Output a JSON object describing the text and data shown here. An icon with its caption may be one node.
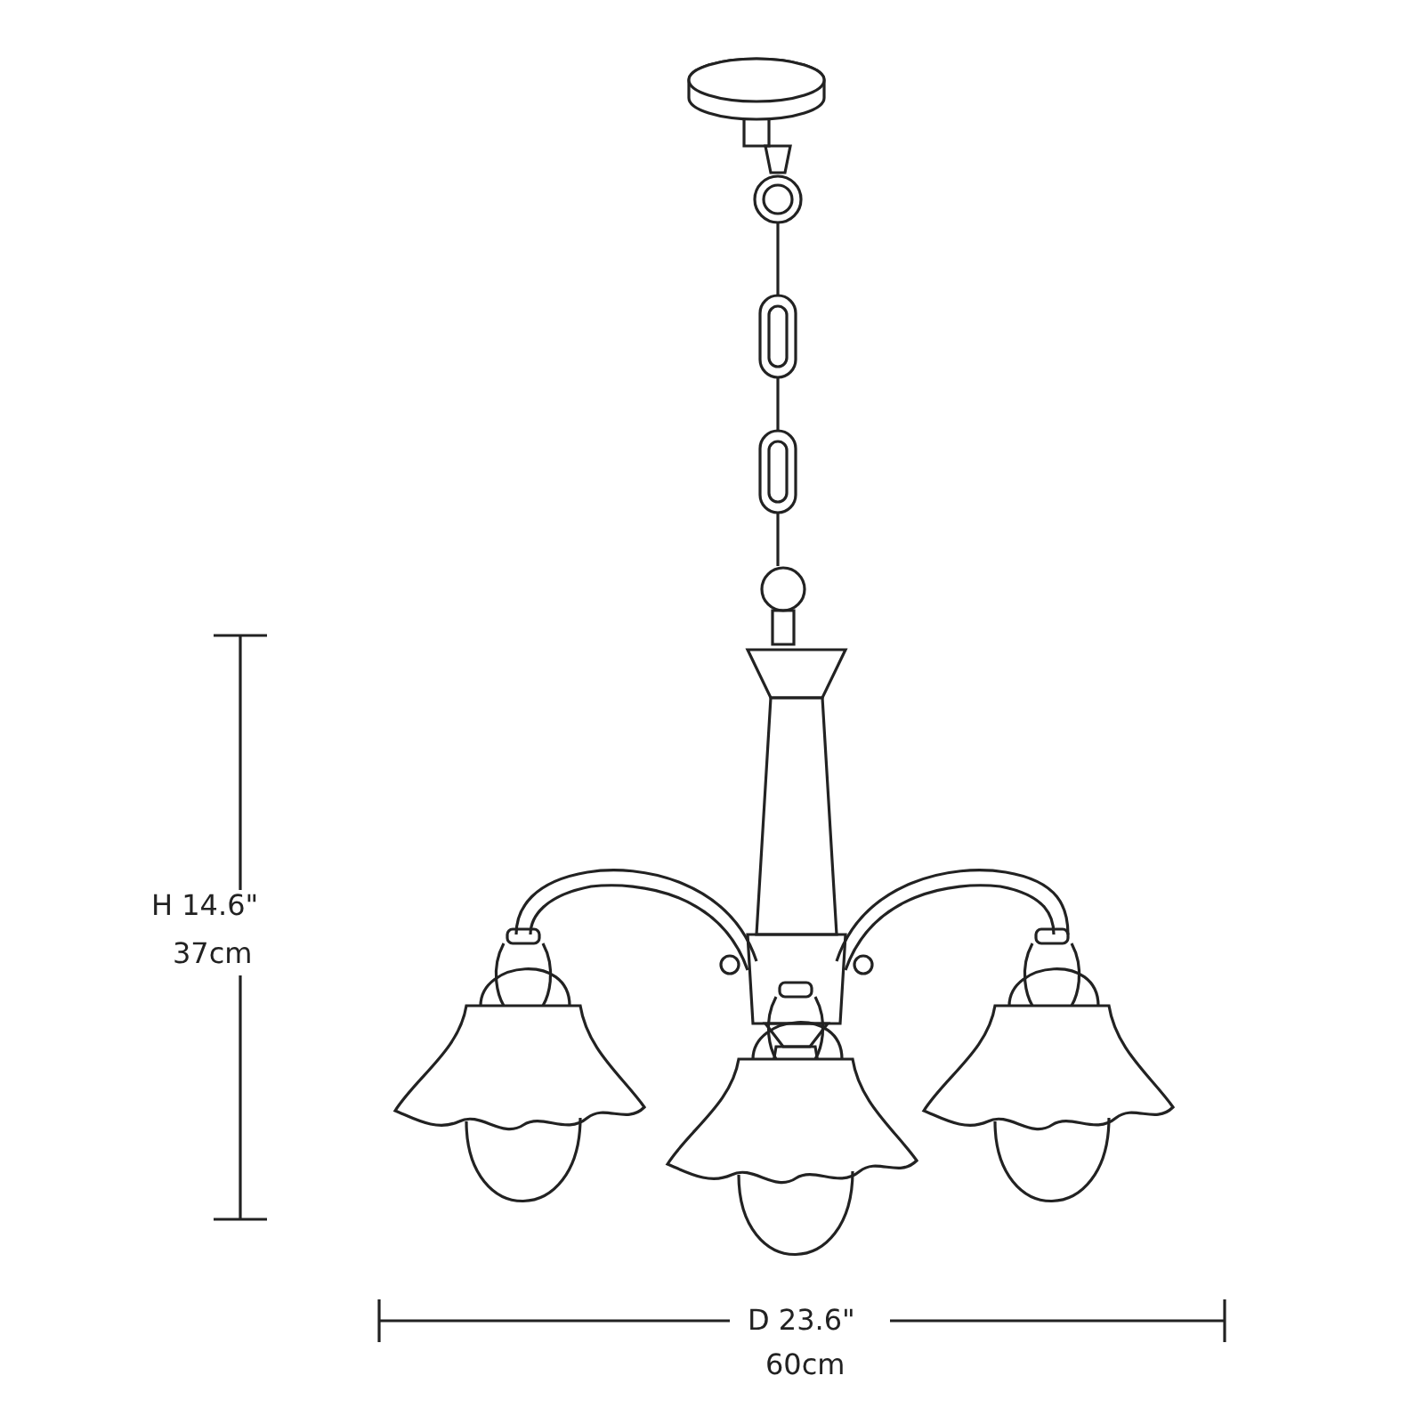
{
  "diagram": {
    "labels": [
      "H 14.6\"",
      "37cm",
      "D 23.6\"",
      "60cm"
    ]
  }
}
